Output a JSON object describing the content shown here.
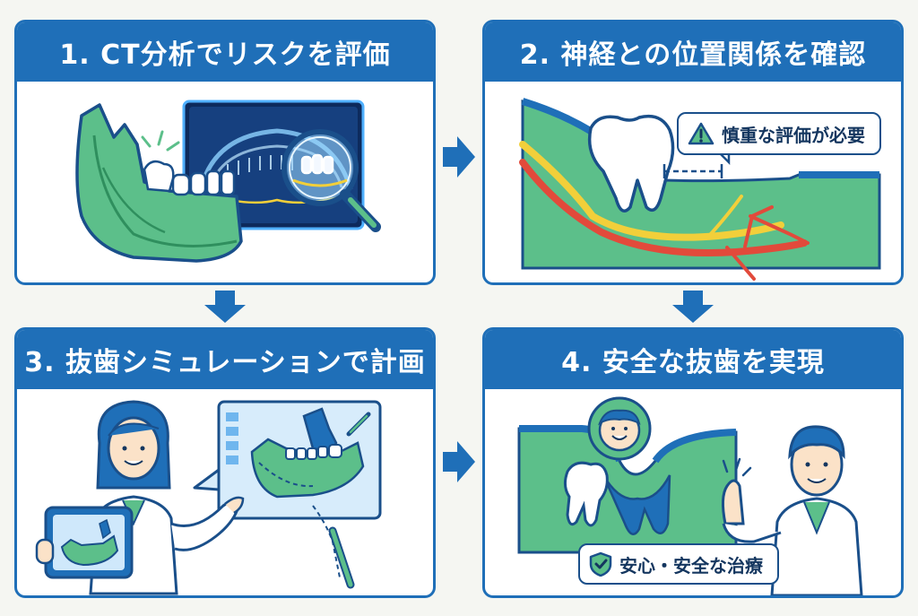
{
  "steps": [
    {
      "title": "1. CT分析でリスクを評価"
    },
    {
      "title": "2. 神経との位置関係を確認",
      "callout": "慎重な評価が必要"
    },
    {
      "title": "3. 抜歯シミュレーションで計画"
    },
    {
      "title": "4. 安全な抜歯を実現",
      "callout": "安心・安全な治療"
    }
  ],
  "colors": {
    "primary": "#1f6fb8",
    "dark_blue": "#1a4f8a",
    "gum_green": "#5cbf8a",
    "nerve_yellow": "#f2cf3a",
    "nerve_red": "#e24a3b"
  },
  "icons": [
    "warning-icon",
    "shield-check-icon",
    "magnifier-icon",
    "arrow-right-icon",
    "arrow-down-icon"
  ]
}
